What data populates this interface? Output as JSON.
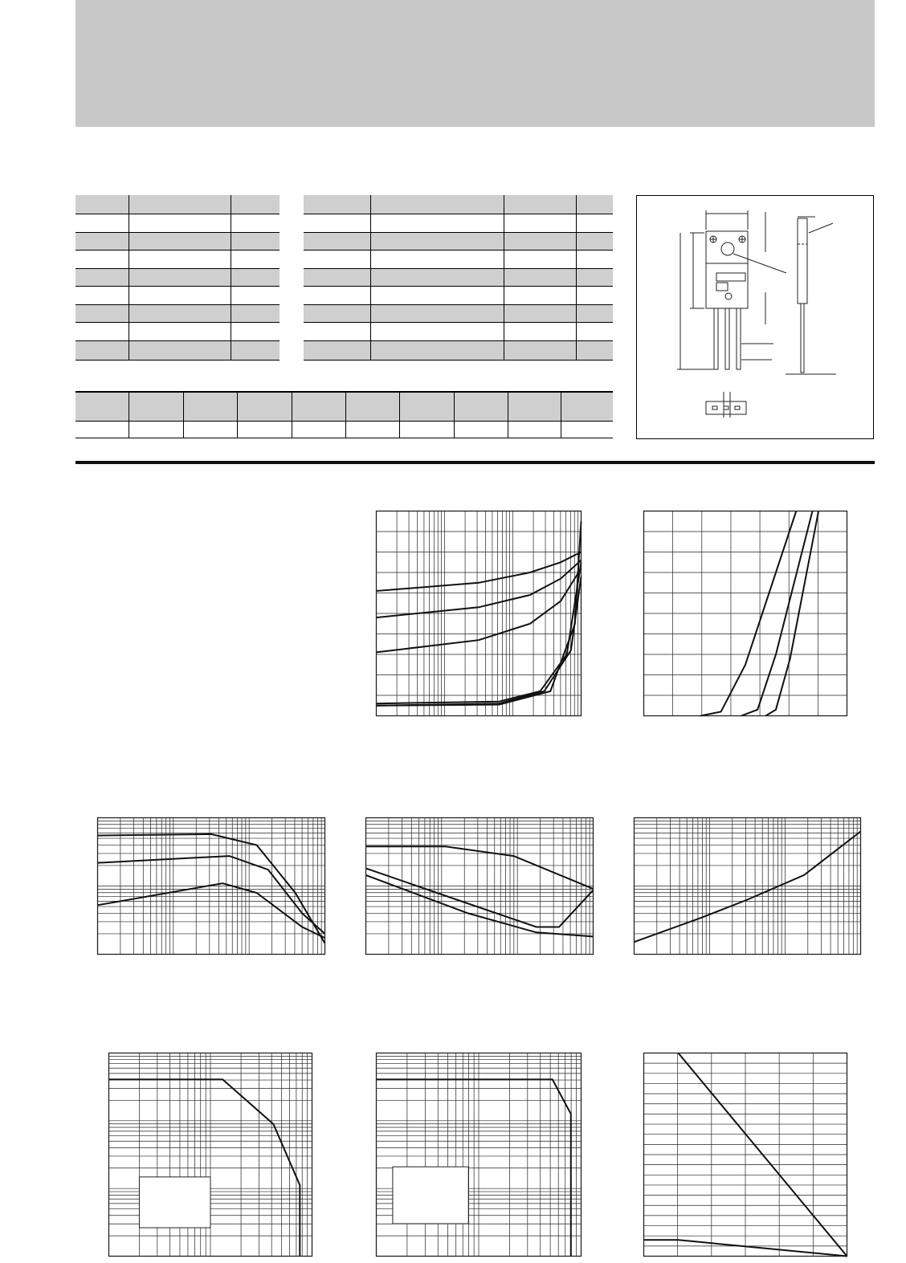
{
  "page": {
    "header_band_color": "#c8c8c8",
    "text_color": "#111111"
  },
  "tables": {
    "left_table_rows": 8,
    "right_table_rows": 8,
    "bottom_table_columns": 10
  },
  "chart_data": [
    {
      "type": "line",
      "id": "chart-1",
      "x_scale": "log",
      "y_scale": "linear",
      "grid": true,
      "series": [
        {
          "points": [
            [
              0,
              0.39
            ],
            [
              0.5,
              0.35
            ],
            [
              0.75,
              0.3
            ],
            [
              0.9,
              0.25
            ],
            [
              1,
              0.2
            ]
          ]
        },
        {
          "points": [
            [
              0,
              0.52
            ],
            [
              0.5,
              0.47
            ],
            [
              0.75,
              0.41
            ],
            [
              0.9,
              0.33
            ],
            [
              1,
              0.24
            ]
          ]
        },
        {
          "points": [
            [
              0,
              0.69
            ],
            [
              0.5,
              0.63
            ],
            [
              0.75,
              0.55
            ],
            [
              0.9,
              0.44
            ],
            [
              1,
              0.28
            ]
          ]
        },
        {
          "points": [
            [
              0,
              0.94
            ],
            [
              0.6,
              0.93
            ],
            [
              0.8,
              0.88
            ],
            [
              0.93,
              0.7
            ],
            [
              1,
              0.25
            ]
          ]
        },
        {
          "points": [
            [
              0,
              0.95
            ],
            [
              0.6,
              0.94
            ],
            [
              0.82,
              0.88
            ],
            [
              0.95,
              0.68
            ],
            [
              1,
              0.32
            ]
          ]
        },
        {
          "points": [
            [
              0,
              0.95
            ],
            [
              0.6,
              0.945
            ],
            [
              0.85,
              0.88
            ],
            [
              0.97,
              0.55
            ],
            [
              1,
              0.05
            ]
          ]
        }
      ]
    },
    {
      "type": "line",
      "id": "chart-2",
      "x_scale": "linear",
      "y_scale": "linear",
      "grid": true,
      "series": [
        {
          "points": [
            [
              0.28,
              1
            ],
            [
              0.38,
              0.98
            ],
            [
              0.5,
              0.75
            ],
            [
              0.75,
              0.0
            ]
          ]
        },
        {
          "points": [
            [
              0.48,
              1
            ],
            [
              0.56,
              0.97
            ],
            [
              0.65,
              0.7
            ],
            [
              0.83,
              0.0
            ]
          ]
        },
        {
          "points": [
            [
              0.6,
              1
            ],
            [
              0.65,
              0.97
            ],
            [
              0.72,
              0.72
            ],
            [
              0.86,
              0.0
            ]
          ]
        }
      ]
    },
    {
      "type": "line",
      "id": "chart-3",
      "x_scale": "log",
      "y_scale": "log",
      "grid": true,
      "series": [
        {
          "points": [
            [
              0,
              0.13
            ],
            [
              0.5,
              0.12
            ],
            [
              0.7,
              0.2
            ],
            [
              0.87,
              0.55
            ],
            [
              1,
              0.92
            ]
          ]
        },
        {
          "points": [
            [
              0,
              0.33
            ],
            [
              0.58,
              0.28
            ],
            [
              0.75,
              0.38
            ],
            [
              0.9,
              0.7
            ],
            [
              1,
              0.85
            ]
          ]
        },
        {
          "points": [
            [
              0,
              0.64
            ],
            [
              0.55,
              0.48
            ],
            [
              0.7,
              0.55
            ],
            [
              0.9,
              0.8
            ],
            [
              1,
              0.88
            ]
          ]
        }
      ]
    },
    {
      "type": "line",
      "id": "chart-4",
      "x_scale": "log",
      "y_scale": "log",
      "grid": true,
      "series": [
        {
          "points": [
            [
              0,
              0.21
            ],
            [
              0.35,
              0.21
            ],
            [
              0.65,
              0.28
            ],
            [
              1,
              0.52
            ]
          ]
        },
        {
          "points": [
            [
              0,
              0.37
            ],
            [
              0.4,
              0.6
            ],
            [
              0.75,
              0.8
            ],
            [
              0.85,
              0.8
            ],
            [
              1,
              0.53
            ]
          ]
        },
        {
          "points": [
            [
              0,
              0.42
            ],
            [
              0.45,
              0.7
            ],
            [
              0.75,
              0.84
            ],
            [
              1,
              0.87
            ]
          ]
        }
      ]
    },
    {
      "type": "line",
      "id": "chart-5",
      "x_scale": "log",
      "y_scale": "log",
      "grid": true,
      "series": [
        {
          "points": [
            [
              0,
              0.91
            ],
            [
              0.3,
              0.73
            ],
            [
              0.5,
              0.6
            ],
            [
              0.75,
              0.42
            ],
            [
              1,
              0.1
            ]
          ]
        }
      ]
    },
    {
      "type": "line",
      "id": "chart-6",
      "x_scale": "log",
      "y_scale": "log",
      "grid": true,
      "series": [
        {
          "points": [
            [
              0,
              0.13
            ],
            [
              0.56,
              0.13
            ],
            [
              0.81,
              0.35
            ],
            [
              0.94,
              0.65
            ],
            [
              0.94,
              1
            ]
          ]
        }
      ]
    },
    {
      "type": "line",
      "id": "chart-7",
      "x_scale": "log",
      "y_scale": "log",
      "grid": true,
      "series": [
        {
          "points": [
            [
              0,
              0.13
            ],
            [
              0.86,
              0.13
            ],
            [
              0.95,
              0.3
            ],
            [
              0.95,
              1
            ]
          ]
        }
      ]
    },
    {
      "type": "line",
      "id": "chart-8",
      "x_scale": "linear",
      "y_scale": "linear",
      "grid": true,
      "series": [
        {
          "points": [
            [
              0.17,
              0
            ],
            [
              1,
              1
            ]
          ]
        },
        {
          "points": [
            [
              0,
              0.92
            ],
            [
              0.17,
              0.92
            ],
            [
              1,
              1
            ]
          ]
        }
      ]
    }
  ]
}
